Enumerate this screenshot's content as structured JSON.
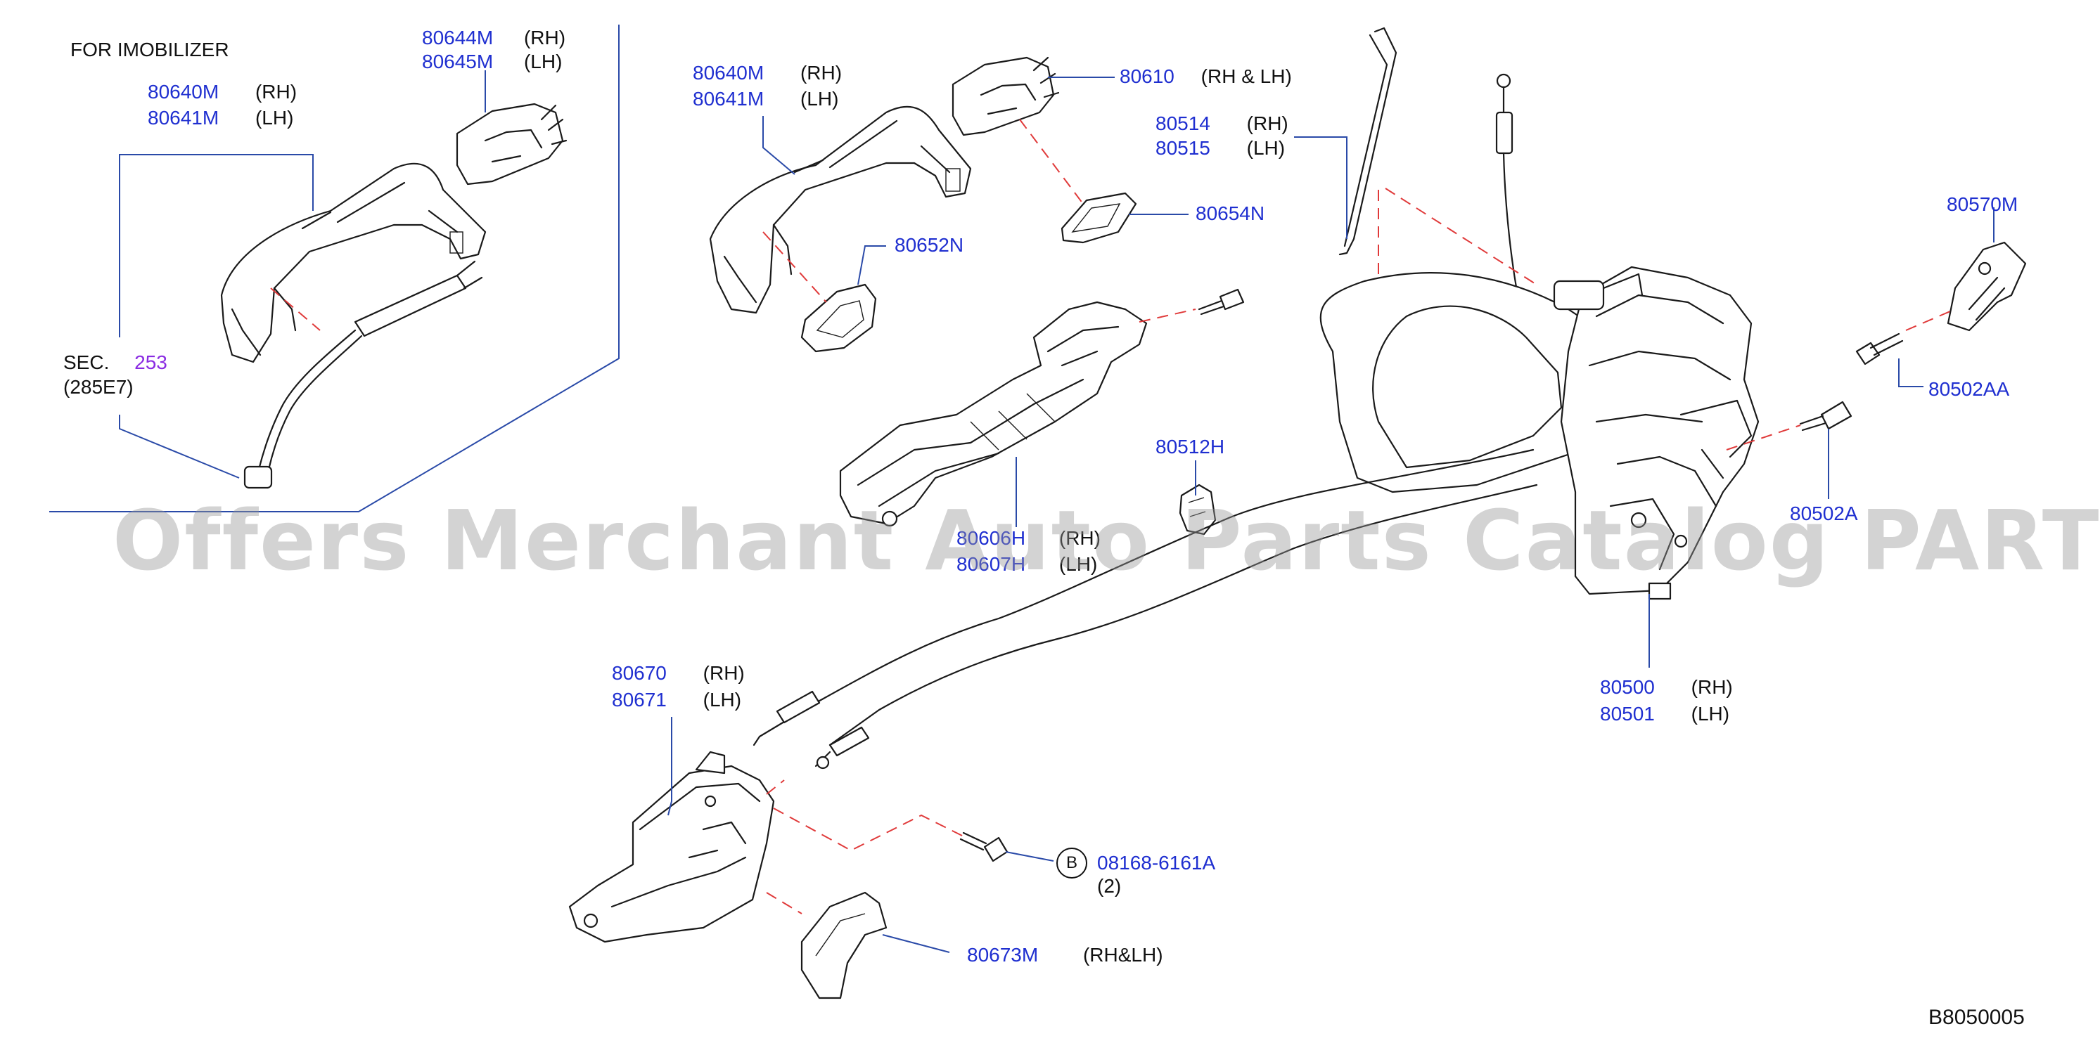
{
  "diagram_id": "B8050005",
  "watermark": "Offers Merchant Auto Parts Catalog PARTSTORE.SA",
  "imobilizer_note": "FOR   IMOBILIZER",
  "sec_ref": {
    "prefix": "SEC.",
    "number": "253",
    "code": "(285E7)"
  },
  "callouts": {
    "c80644M": {
      "pn": "80644M",
      "side": "(RH)"
    },
    "c80645M": {
      "pn": "80645M",
      "side": "(LH)"
    },
    "c80640M_a": {
      "pn": "80640M",
      "side": "(RH)"
    },
    "c80641M_a": {
      "pn": "80641M",
      "side": "(LH)"
    },
    "c80640M_b": {
      "pn": "80640M",
      "side": "(RH)"
    },
    "c80641M_b": {
      "pn": "80641M",
      "side": "(LH)"
    },
    "c80610": {
      "pn": "80610",
      "side": "(RH   &   LH)"
    },
    "c80514": {
      "pn": "80514",
      "side": "(RH)"
    },
    "c80515": {
      "pn": "80515",
      "side": "(LH)"
    },
    "c80654N": {
      "pn": "80654N"
    },
    "c80652N": {
      "pn": "80652N"
    },
    "c80570M": {
      "pn": "80570M"
    },
    "c80502AA": {
      "pn": "80502AA"
    },
    "c80502A": {
      "pn": "80502A"
    },
    "c80512H": {
      "pn": "80512H"
    },
    "c80606H": {
      "pn": "80606H",
      "side": "(RH)"
    },
    "c80607H": {
      "pn": "80607H",
      "side": "(LH)"
    },
    "c80500": {
      "pn": "80500",
      "side": "(RH)"
    },
    "c80501": {
      "pn": "80501",
      "side": "(LH)"
    },
    "c80670": {
      "pn": "80670",
      "side": "(RH)"
    },
    "c80671": {
      "pn": "80671",
      "side": "(LH)"
    },
    "c08168": {
      "marker": "B",
      "pn": "08168-6161A",
      "qty": "(2)"
    },
    "c80673M": {
      "pn": "80673M",
      "side": "(RH&LH)"
    }
  },
  "colors": {
    "part_number": "#1f2fd0",
    "leader": "#2a4aa8",
    "dashed_link": "#e03a3a",
    "section_ref": "#8a2be2"
  }
}
